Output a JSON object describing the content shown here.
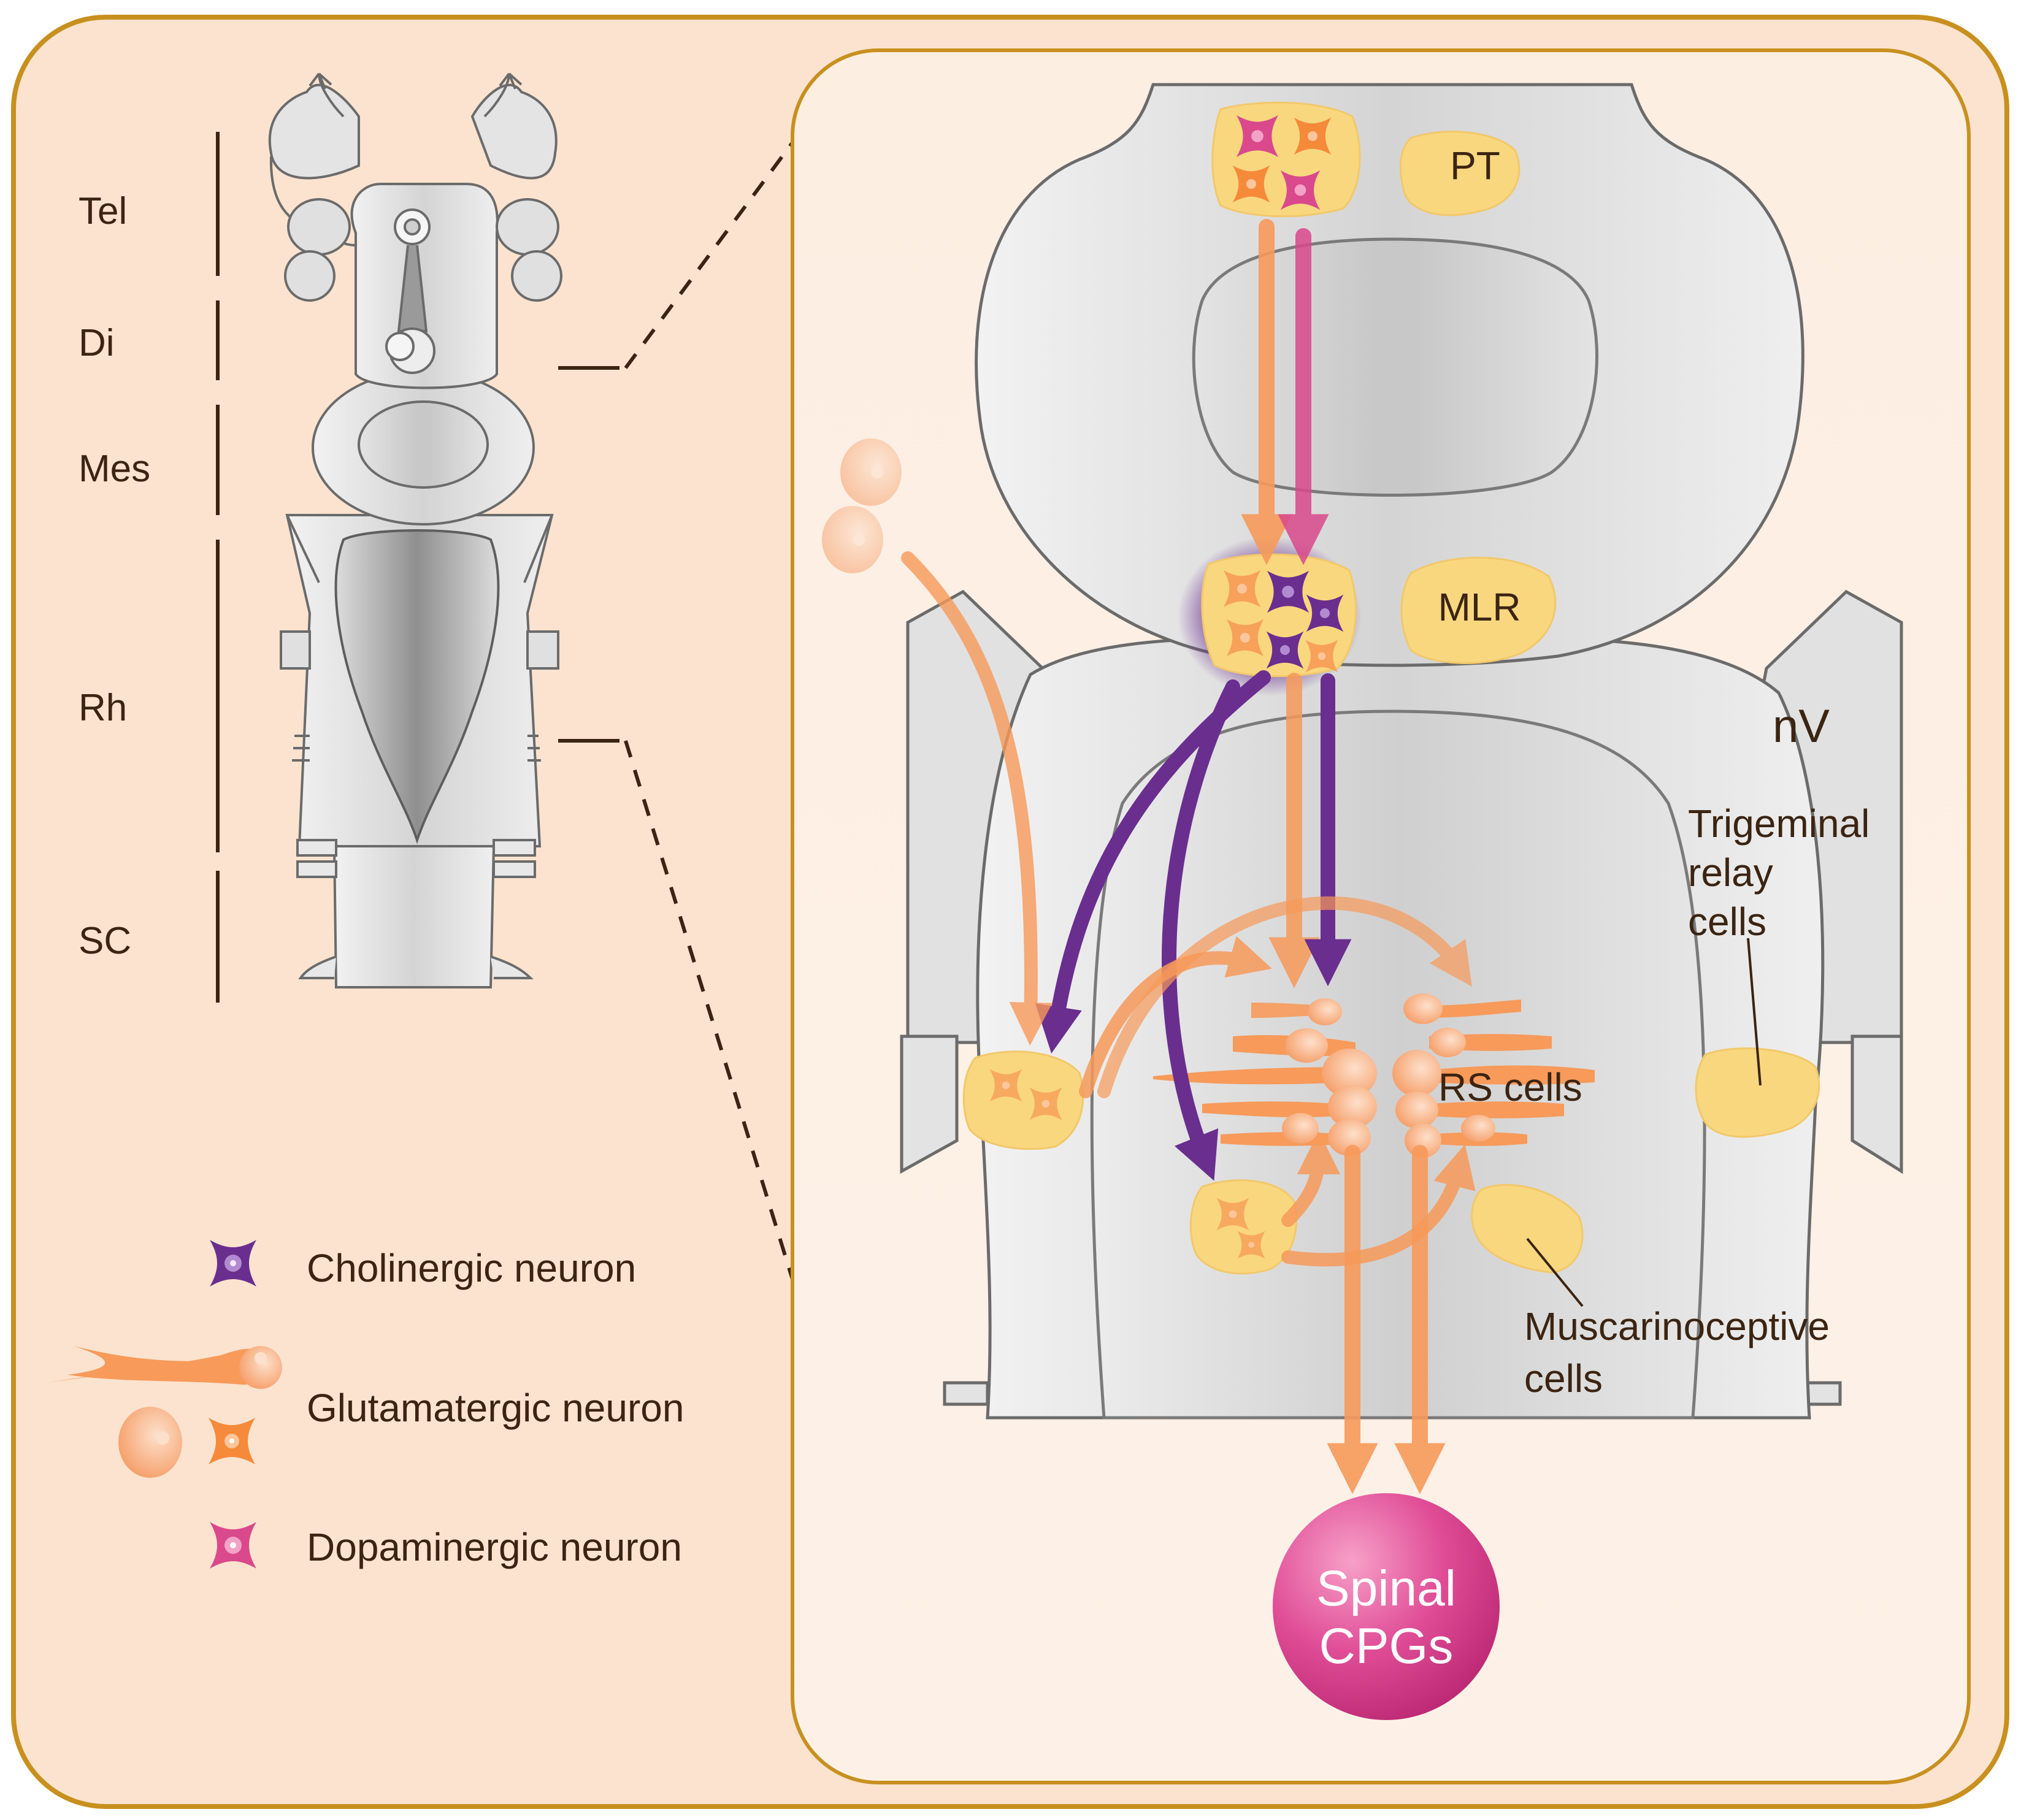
{
  "brain_regions": {
    "tel": "Tel",
    "di": "Di",
    "mes": "Mes",
    "rh": "Rh",
    "sc": "SC"
  },
  "nuclei": {
    "pt": "PT",
    "mlr": "MLR",
    "nv": "nV",
    "rs_cells": "RS cells",
    "trigeminal_line1": "Trigeminal",
    "trigeminal_line2": "relay",
    "trigeminal_line3": "cells",
    "muscarino_line1": "Muscarinoceptive",
    "muscarino_line2": "cells",
    "spinal_line1": "Spinal",
    "spinal_line2": "CPGs"
  },
  "legend": {
    "cholinergic": "Cholinergic neuron",
    "glutamatergic": "Glutamatergic neuron",
    "dopaminergic": "Dopaminergic neuron"
  },
  "colors": {
    "background": "#fbe3cf",
    "frame": "#c8901f",
    "inner_panel": "#fdeee2",
    "brain_gray": "#dedede",
    "brain_outline": "#6b6b6b",
    "nucleus_fill": "#f9d77f",
    "glutamatergic": "#f79a5a",
    "cholinergic": "#6a2e8f",
    "dopaminergic": "#d9498c",
    "spinal": "#dd3f8e",
    "text": "#3b2412"
  }
}
